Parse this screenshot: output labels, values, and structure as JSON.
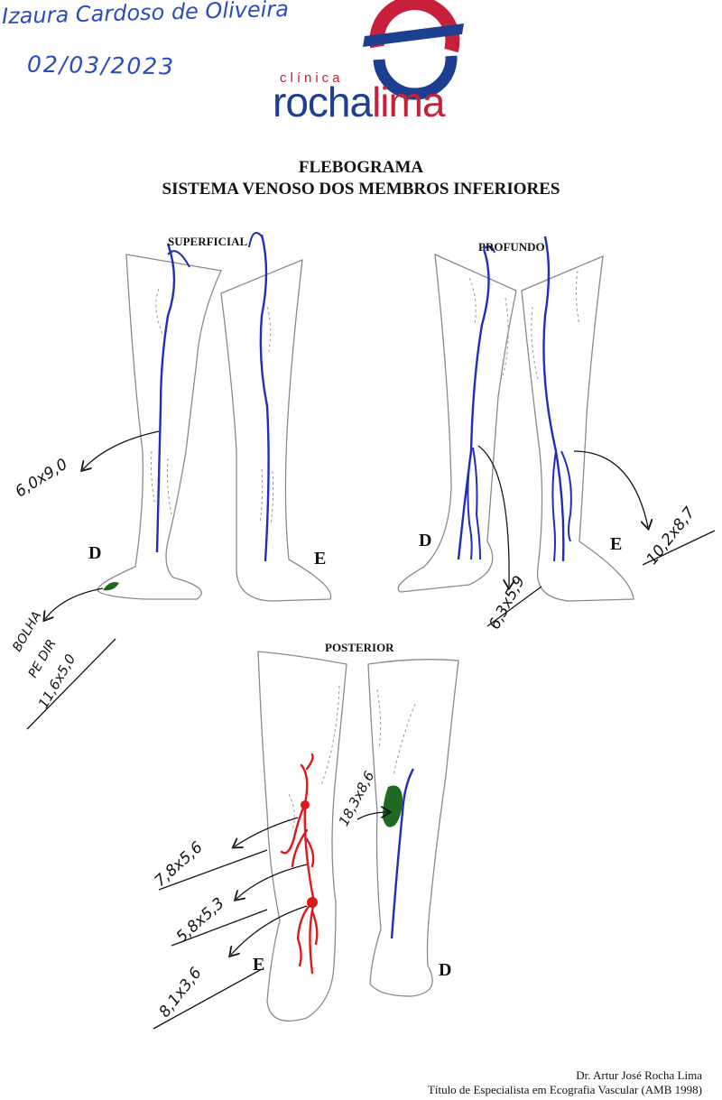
{
  "handwriting": {
    "patient_name": "Izaura Cardoso de Oliveira",
    "date": "02/03/2023"
  },
  "logo": {
    "prefix": "clínica",
    "word_part_1": "rocha",
    "word_part_2": "lima",
    "colors": {
      "blue": "#1d3f8f",
      "red": "#c8203a"
    }
  },
  "title": {
    "line1": "FLEBOGRAMA",
    "line2": "SISTEMA VENOSO DOS MEMBROS INFERIORES"
  },
  "diagrams": {
    "superficial": {
      "label": "SUPERFICIAL",
      "right_side": "D",
      "left_side": "E",
      "measurement": "6,0x9,0"
    },
    "profundo": {
      "label": "PROFUNDO",
      "right_side": "D",
      "left_side": "E",
      "measurement_right": "6,3x5,9",
      "measurement_left": "10,2x8,7"
    },
    "bolha": {
      "line1": "BOLHA",
      "line2": "PE DIR",
      "line3": "11,6x5,0"
    },
    "posterior": {
      "label": "POSTERIOR",
      "left_side": "E",
      "right_side": "D",
      "measurement_1": "7,8x5,6",
      "measurement_2": "5,8x5,3",
      "measurement_3": "8,1x3,6",
      "measurement_4": "18,3x8,6"
    }
  },
  "ink_colors": {
    "vein_blue": "#1f2fb8",
    "varicose_red": "#e01818",
    "lesion_green": "#1f6a22",
    "pen_blue": "#2a4cc0",
    "pen_black": "#141414"
  },
  "footer": {
    "doctor": "Dr. Artur José Rocha Lima",
    "credential": "Título de Especialista em Ecografia Vascular (AMB 1998)"
  }
}
